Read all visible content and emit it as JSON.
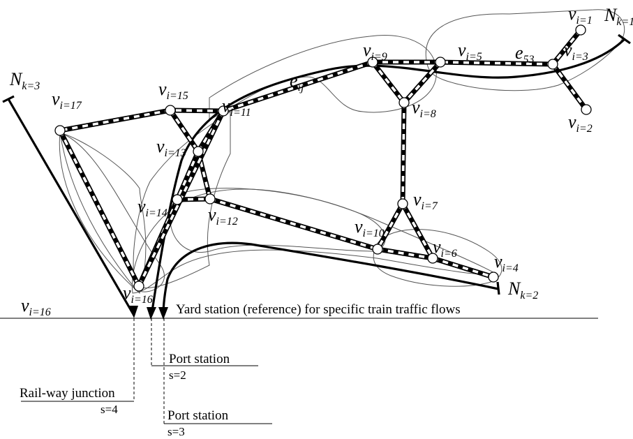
{
  "nodes": [
    {
      "id": "v1",
      "base": "v",
      "sub": "i=1"
    },
    {
      "id": "v2",
      "base": "v",
      "sub": "i=2"
    },
    {
      "id": "v3",
      "base": "v",
      "sub": "i=3"
    },
    {
      "id": "v4",
      "base": "v",
      "sub": "i=4"
    },
    {
      "id": "v5",
      "base": "v",
      "sub": "i=5"
    },
    {
      "id": "v6",
      "base": "v",
      "sub": "i=6"
    },
    {
      "id": "v7",
      "base": "v",
      "sub": "i=7"
    },
    {
      "id": "v8",
      "base": "v",
      "sub": "i=8"
    },
    {
      "id": "v9",
      "base": "v",
      "sub": "i=9"
    },
    {
      "id": "v10",
      "base": "v",
      "sub": "i=10"
    },
    {
      "id": "v11",
      "base": "v",
      "sub": "i=11"
    },
    {
      "id": "v12",
      "base": "v",
      "sub": "i=12"
    },
    {
      "id": "v13",
      "base": "v",
      "sub": "i=13"
    },
    {
      "id": "v14",
      "base": "v",
      "sub": "i=14"
    },
    {
      "id": "v15",
      "base": "v",
      "sub": "i=15"
    },
    {
      "id": "v16",
      "base": "v",
      "sub": "i=16"
    },
    {
      "id": "v17",
      "base": "v",
      "sub": "i=17"
    }
  ],
  "edges": [
    [
      "v1",
      "v3"
    ],
    [
      "v3",
      "v2"
    ],
    [
      "v3",
      "v5"
    ],
    [
      "v5",
      "v9"
    ],
    [
      "v5",
      "v8"
    ],
    [
      "v9",
      "v8"
    ],
    [
      "v8",
      "v7"
    ],
    [
      "v7",
      "v10"
    ],
    [
      "v7",
      "v6"
    ],
    [
      "v10",
      "v6"
    ],
    [
      "v9",
      "v11"
    ],
    [
      "v11",
      "v15"
    ],
    [
      "v15",
      "v17"
    ],
    [
      "v17",
      "v16"
    ],
    [
      "v15",
      "v13"
    ],
    [
      "v11",
      "v13"
    ],
    [
      "v13",
      "v14"
    ],
    [
      "v13",
      "v12"
    ],
    [
      "v14",
      "v12"
    ],
    [
      "v12",
      "v10"
    ],
    [
      "v14",
      "v16"
    ],
    [
      "v11",
      "v16"
    ],
    [
      "v6",
      "v4"
    ]
  ],
  "edge_labels": [
    {
      "base": "e",
      "sub": "ij"
    },
    {
      "base": "e",
      "sub": "53"
    }
  ],
  "boundary_nodes": [
    {
      "base": "N",
      "sub": "k=1"
    },
    {
      "base": "N",
      "sub": "k=2"
    },
    {
      "base": "N",
      "sub": "k=3"
    }
  ],
  "baseline_label": {
    "base": "v",
    "sub": "i=16"
  },
  "annotations": {
    "yard": "Yard station (reference) for specific train traffic flows",
    "port2_name": "Port station",
    "port2_s": "s=2",
    "junction_name": "Rail-way junction",
    "junction_s": "s=4",
    "port3_name": "Port station",
    "port3_s": "s=3"
  }
}
